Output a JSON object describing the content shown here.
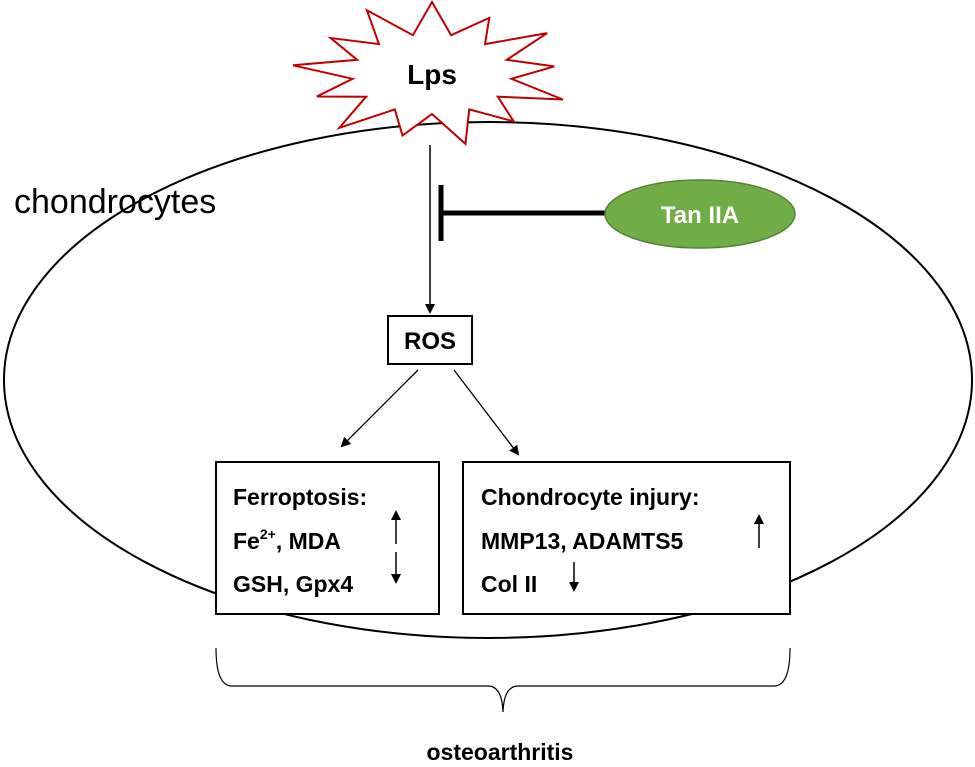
{
  "stimulus": {
    "label": "Lps",
    "stroke_color": "#c00000",
    "fill_color": "#ffffff"
  },
  "cell": {
    "label": "chondrocytes"
  },
  "inhibitor": {
    "label": "Tan IIA",
    "fill_color": "#70ad47",
    "stroke_color": "#548235",
    "text_color": "#ffffff"
  },
  "mediator": {
    "label": "ROS"
  },
  "ferroptosis_box": {
    "title": "Ferroptosis:",
    "line1": {
      "main": "Fe",
      "superscript": "2+",
      "rest": ", MDA",
      "trend": "up"
    },
    "line2": {
      "text": "GSH, Gpx4",
      "trend": "down"
    }
  },
  "injury_box": {
    "title": "Chondrocyte injury:",
    "line1": {
      "text": "MMP13, ADAMTS5",
      "trend": "up"
    },
    "line2": {
      "text": "Col II",
      "trend": "down"
    }
  },
  "outcome": {
    "label": "osteoarthritis"
  }
}
